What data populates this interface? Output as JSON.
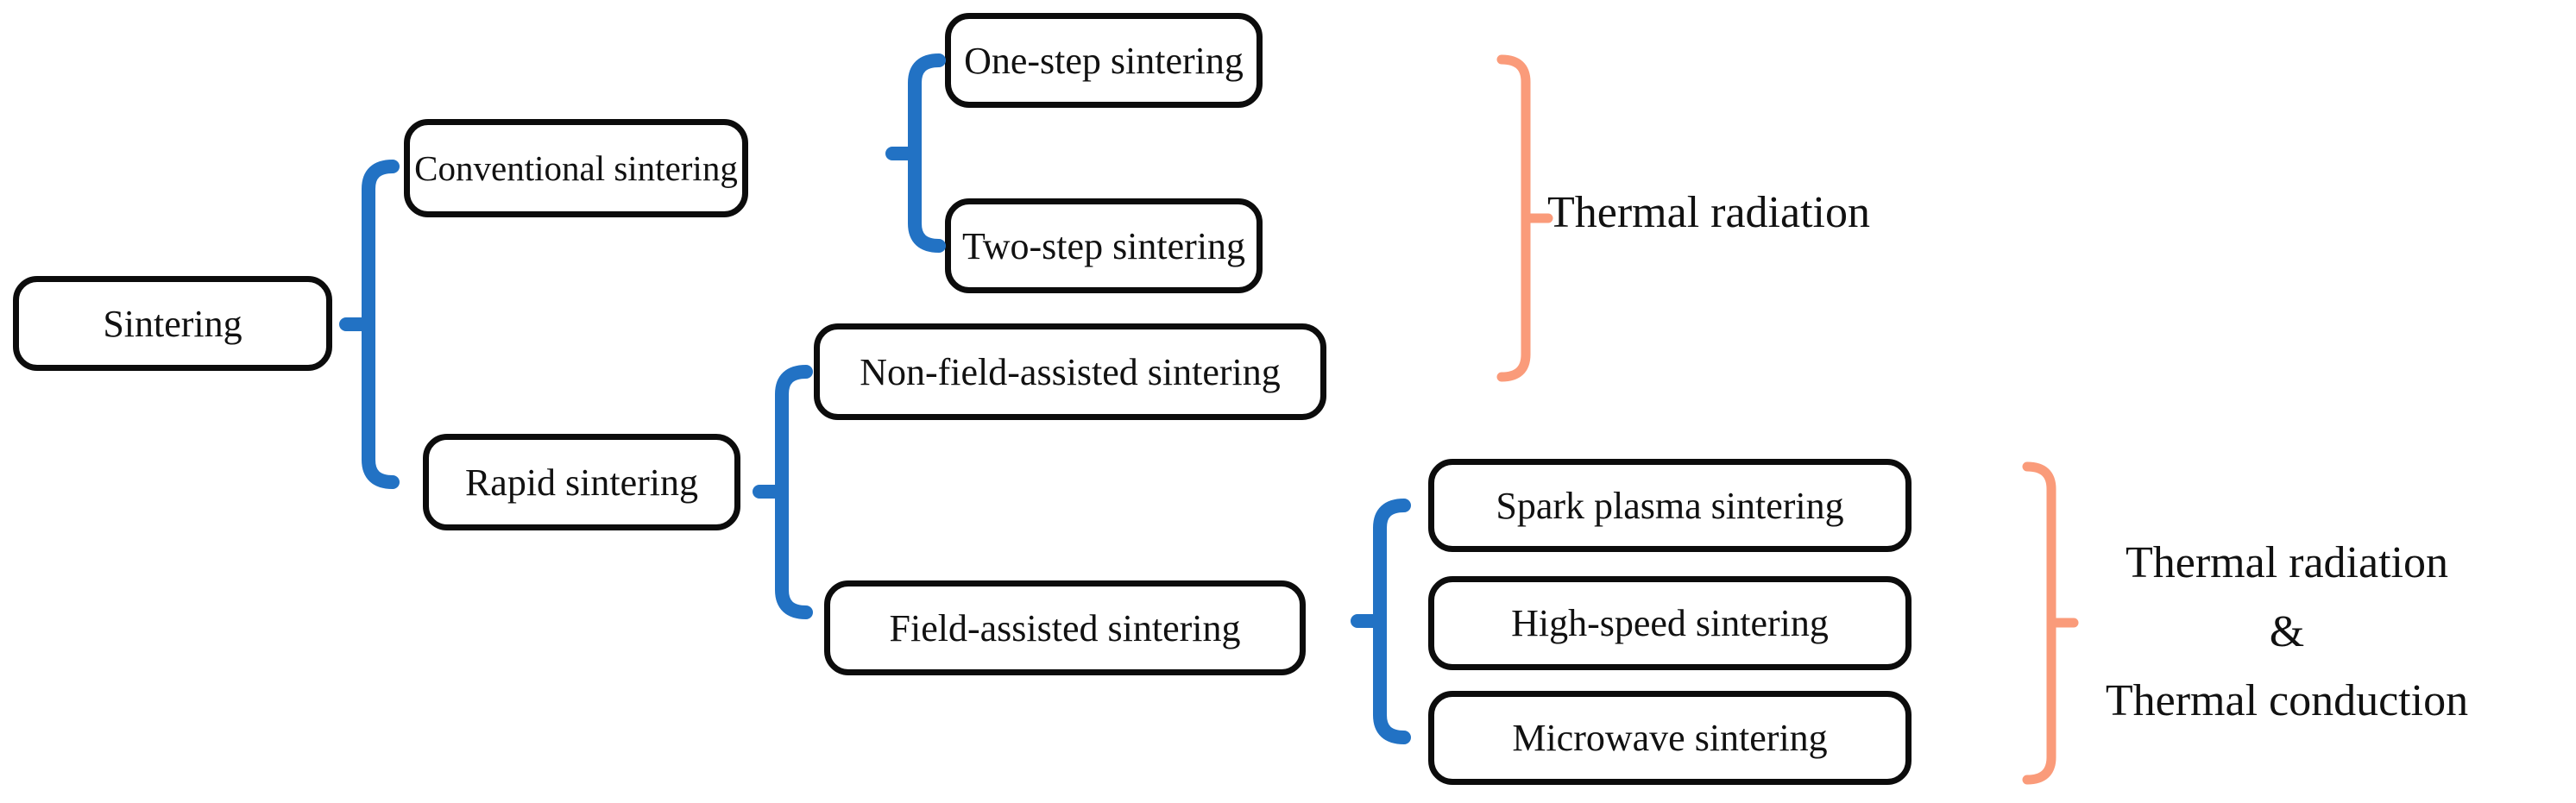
{
  "colors": {
    "brace_blue": "#2272C4",
    "brace_orange": "#FA9B7A",
    "box_border": "#0C0C0C",
    "text": "#111111",
    "background": "#FFFFFF"
  },
  "nodes": {
    "sintering": {
      "label": "Sintering"
    },
    "conventional": {
      "label": "Conventional sintering"
    },
    "one_step": {
      "label": "One-step sintering"
    },
    "two_step": {
      "label": "Two-step sintering"
    },
    "rapid": {
      "label": "Rapid sintering"
    },
    "non_field": {
      "label": "Non-field-assisted sintering"
    },
    "field": {
      "label": "Field-assisted sintering"
    },
    "spark": {
      "label": "Spark plasma sintering"
    },
    "high_speed": {
      "label": "High-speed sintering"
    },
    "microwave": {
      "label": "Microwave sintering"
    }
  },
  "annotations": {
    "thermal_radiation": {
      "label": "Thermal radiation"
    },
    "thermal_radiation_conduction": {
      "line1": "Thermal radiation",
      "line2": "&",
      "line3": "Thermal conduction"
    }
  }
}
